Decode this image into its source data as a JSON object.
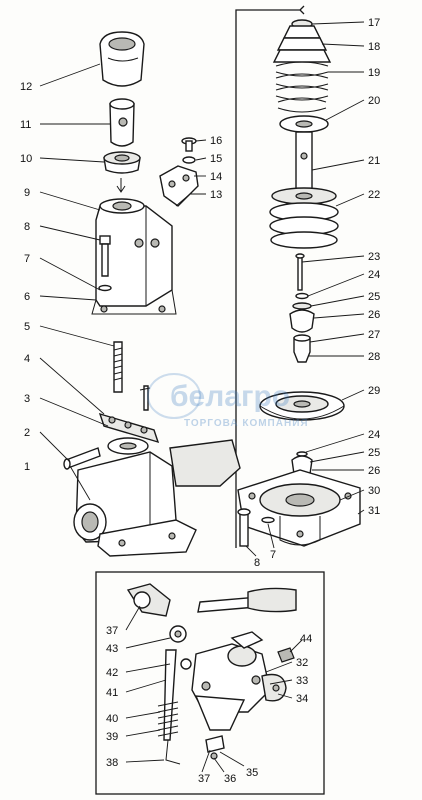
{
  "figure": {
    "callouts": [
      "1",
      "2",
      "3",
      "4",
      "5",
      "6",
      "7",
      "8",
      "9",
      "10",
      "11",
      "12",
      "13",
      "14",
      "15",
      "16",
      "17",
      "18",
      "19",
      "20",
      "21",
      "22",
      "23",
      "24",
      "25",
      "26",
      "27",
      "28",
      "29",
      "24",
      "25",
      "26",
      "30",
      "31",
      "8",
      "7",
      "32",
      "33",
      "34",
      "35",
      "36",
      "37",
      "37",
      "38",
      "39",
      "40",
      "41",
      "42",
      "43",
      "44"
    ],
    "watermark": {
      "brand": "белагро",
      "tagline": "ТОРГОВА КОМПАНИЯ"
    }
  }
}
